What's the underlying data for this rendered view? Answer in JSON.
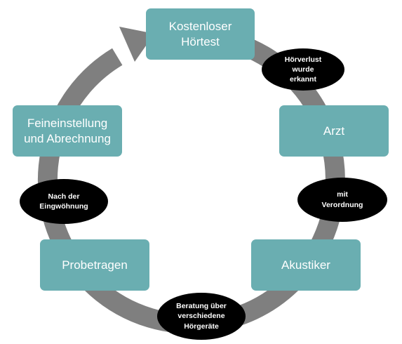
{
  "diagram": {
    "steps": [
      {
        "id": "hoertest",
        "label": "Kostenloser\nHörtest"
      },
      {
        "id": "arzt",
        "label": "Arzt"
      },
      {
        "id": "akustiker",
        "label": "Akustiker"
      },
      {
        "id": "probetragen",
        "label": "Probetragen"
      },
      {
        "id": "feineinstellung",
        "label": "Feineinstellung\nund Abrechnung"
      }
    ],
    "connectors": [
      {
        "from": "hoertest",
        "to": "arzt",
        "label": "Hörverlust\nwurde\nerkannt"
      },
      {
        "from": "arzt",
        "to": "akustiker",
        "label": "mit\nVerordnung"
      },
      {
        "from": "akustiker",
        "to": "probetragen",
        "label": "Beratung über\nverschiedene\nHörgeräte"
      },
      {
        "from": "probetragen",
        "to": "feineinstellung",
        "label": "Nach der\nEingwöhnung"
      }
    ],
    "colors": {
      "step_fill": "#6aaeb1",
      "step_text": "#ffffff",
      "connector_fill": "#000000",
      "connector_text": "#ffffff",
      "ring": "#7f7f7f"
    }
  }
}
